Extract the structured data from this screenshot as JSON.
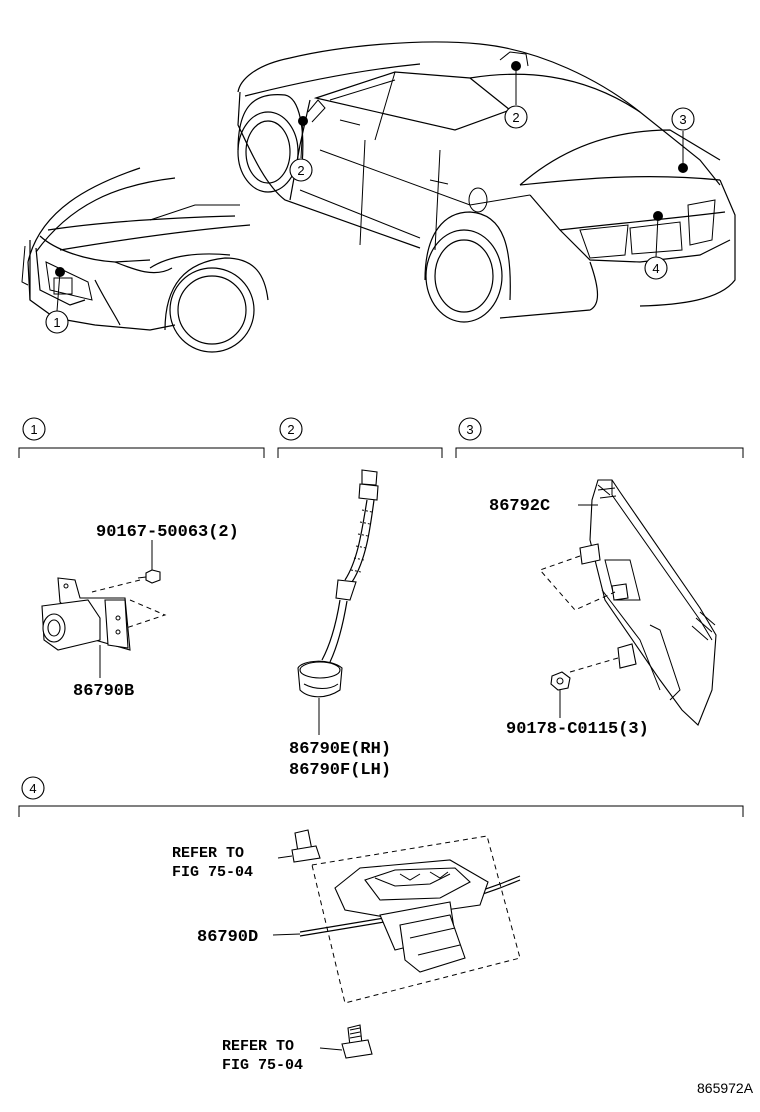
{
  "callouts": {
    "c1": "1",
    "c2": "2",
    "c3": "3",
    "c4": "4"
  },
  "sections": {
    "s1": {
      "number": "1",
      "parts": {
        "bolt": "90167-50063(2)",
        "camera": "86790B"
      }
    },
    "s2": {
      "number": "2",
      "parts": {
        "camera_rh": "86790E(RH)",
        "camera_lh": "86790F(LH)"
      }
    },
    "s3": {
      "number": "3",
      "parts": {
        "module": "86792C",
        "nut": "90178-C0115(3)"
      }
    },
    "s4": {
      "number": "4",
      "parts": {
        "camera": "86790D",
        "refer_top_1": "REFER TO",
        "refer_top_2": "FIG 75-04",
        "refer_bottom_1": "REFER TO",
        "refer_bottom_2": "FIG 75-04"
      }
    }
  },
  "figure_code": "865972A"
}
